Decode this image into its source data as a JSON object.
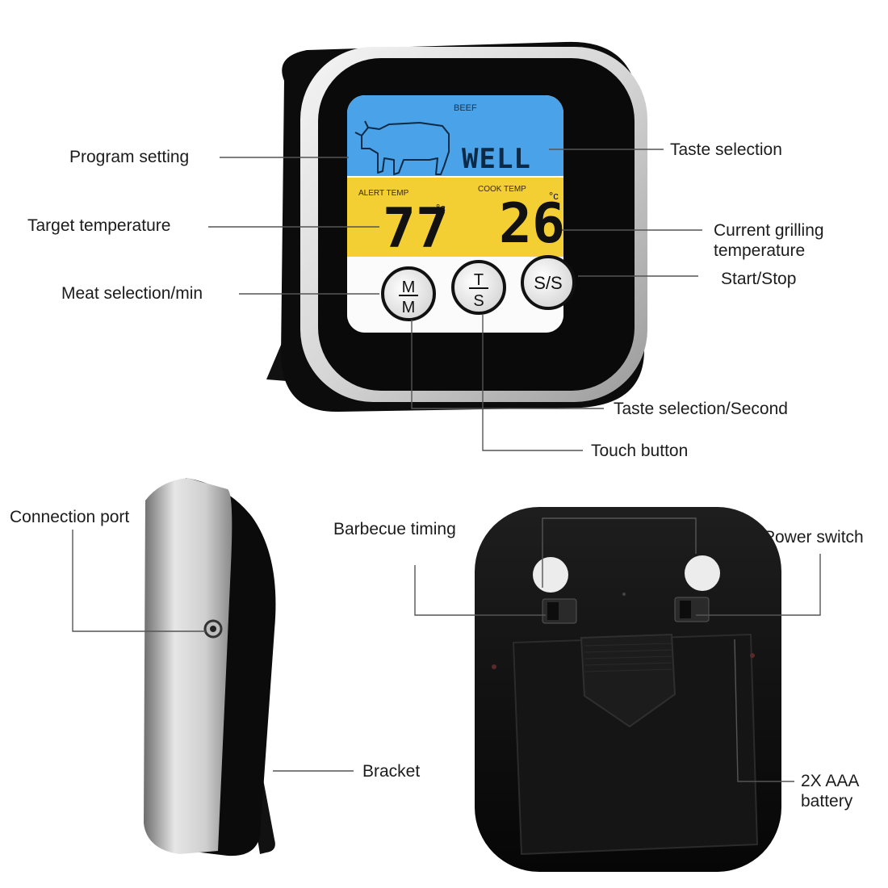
{
  "colors": {
    "lcd_blue": "#4aa3e8",
    "lcd_yellow": "#f3cf34",
    "device_black": "#0e0e0e",
    "bezel_silver": "#dcdcdc",
    "leader_line": "#555555"
  },
  "front_view": {
    "lcd": {
      "meat": "BEEF",
      "meat_icon": "cow-icon",
      "taste": "WELL",
      "alert_label": "ALERT TEMP",
      "alert_value": "77",
      "alert_unit": "°c",
      "cook_label": "COOK TEMP",
      "cook_value": "26",
      "cook_unit": "°c"
    },
    "buttons": {
      "mm_top": "M",
      "mm_bottom": "M",
      "ts_top": "T",
      "ts_bottom": "S",
      "ss": "S/S"
    },
    "callouts": {
      "program_setting": "Program setting",
      "target_temperature": "Target temperature",
      "meat_selection": "Meat selection/min",
      "taste_selection": "Taste selection",
      "current_grilling": "Current grilling temperature",
      "start_stop": "Start/Stop",
      "taste_selection_second": "Taste selection/Second",
      "touch_button": "Touch button"
    }
  },
  "side_view": {
    "callouts": {
      "connection_port": "Connection port",
      "bracket": "Bracket"
    }
  },
  "back_view": {
    "callouts": {
      "barbecue_timing": "Barbecue timing",
      "power_switch": "Power switch",
      "battery": "2X AAA battery"
    }
  }
}
